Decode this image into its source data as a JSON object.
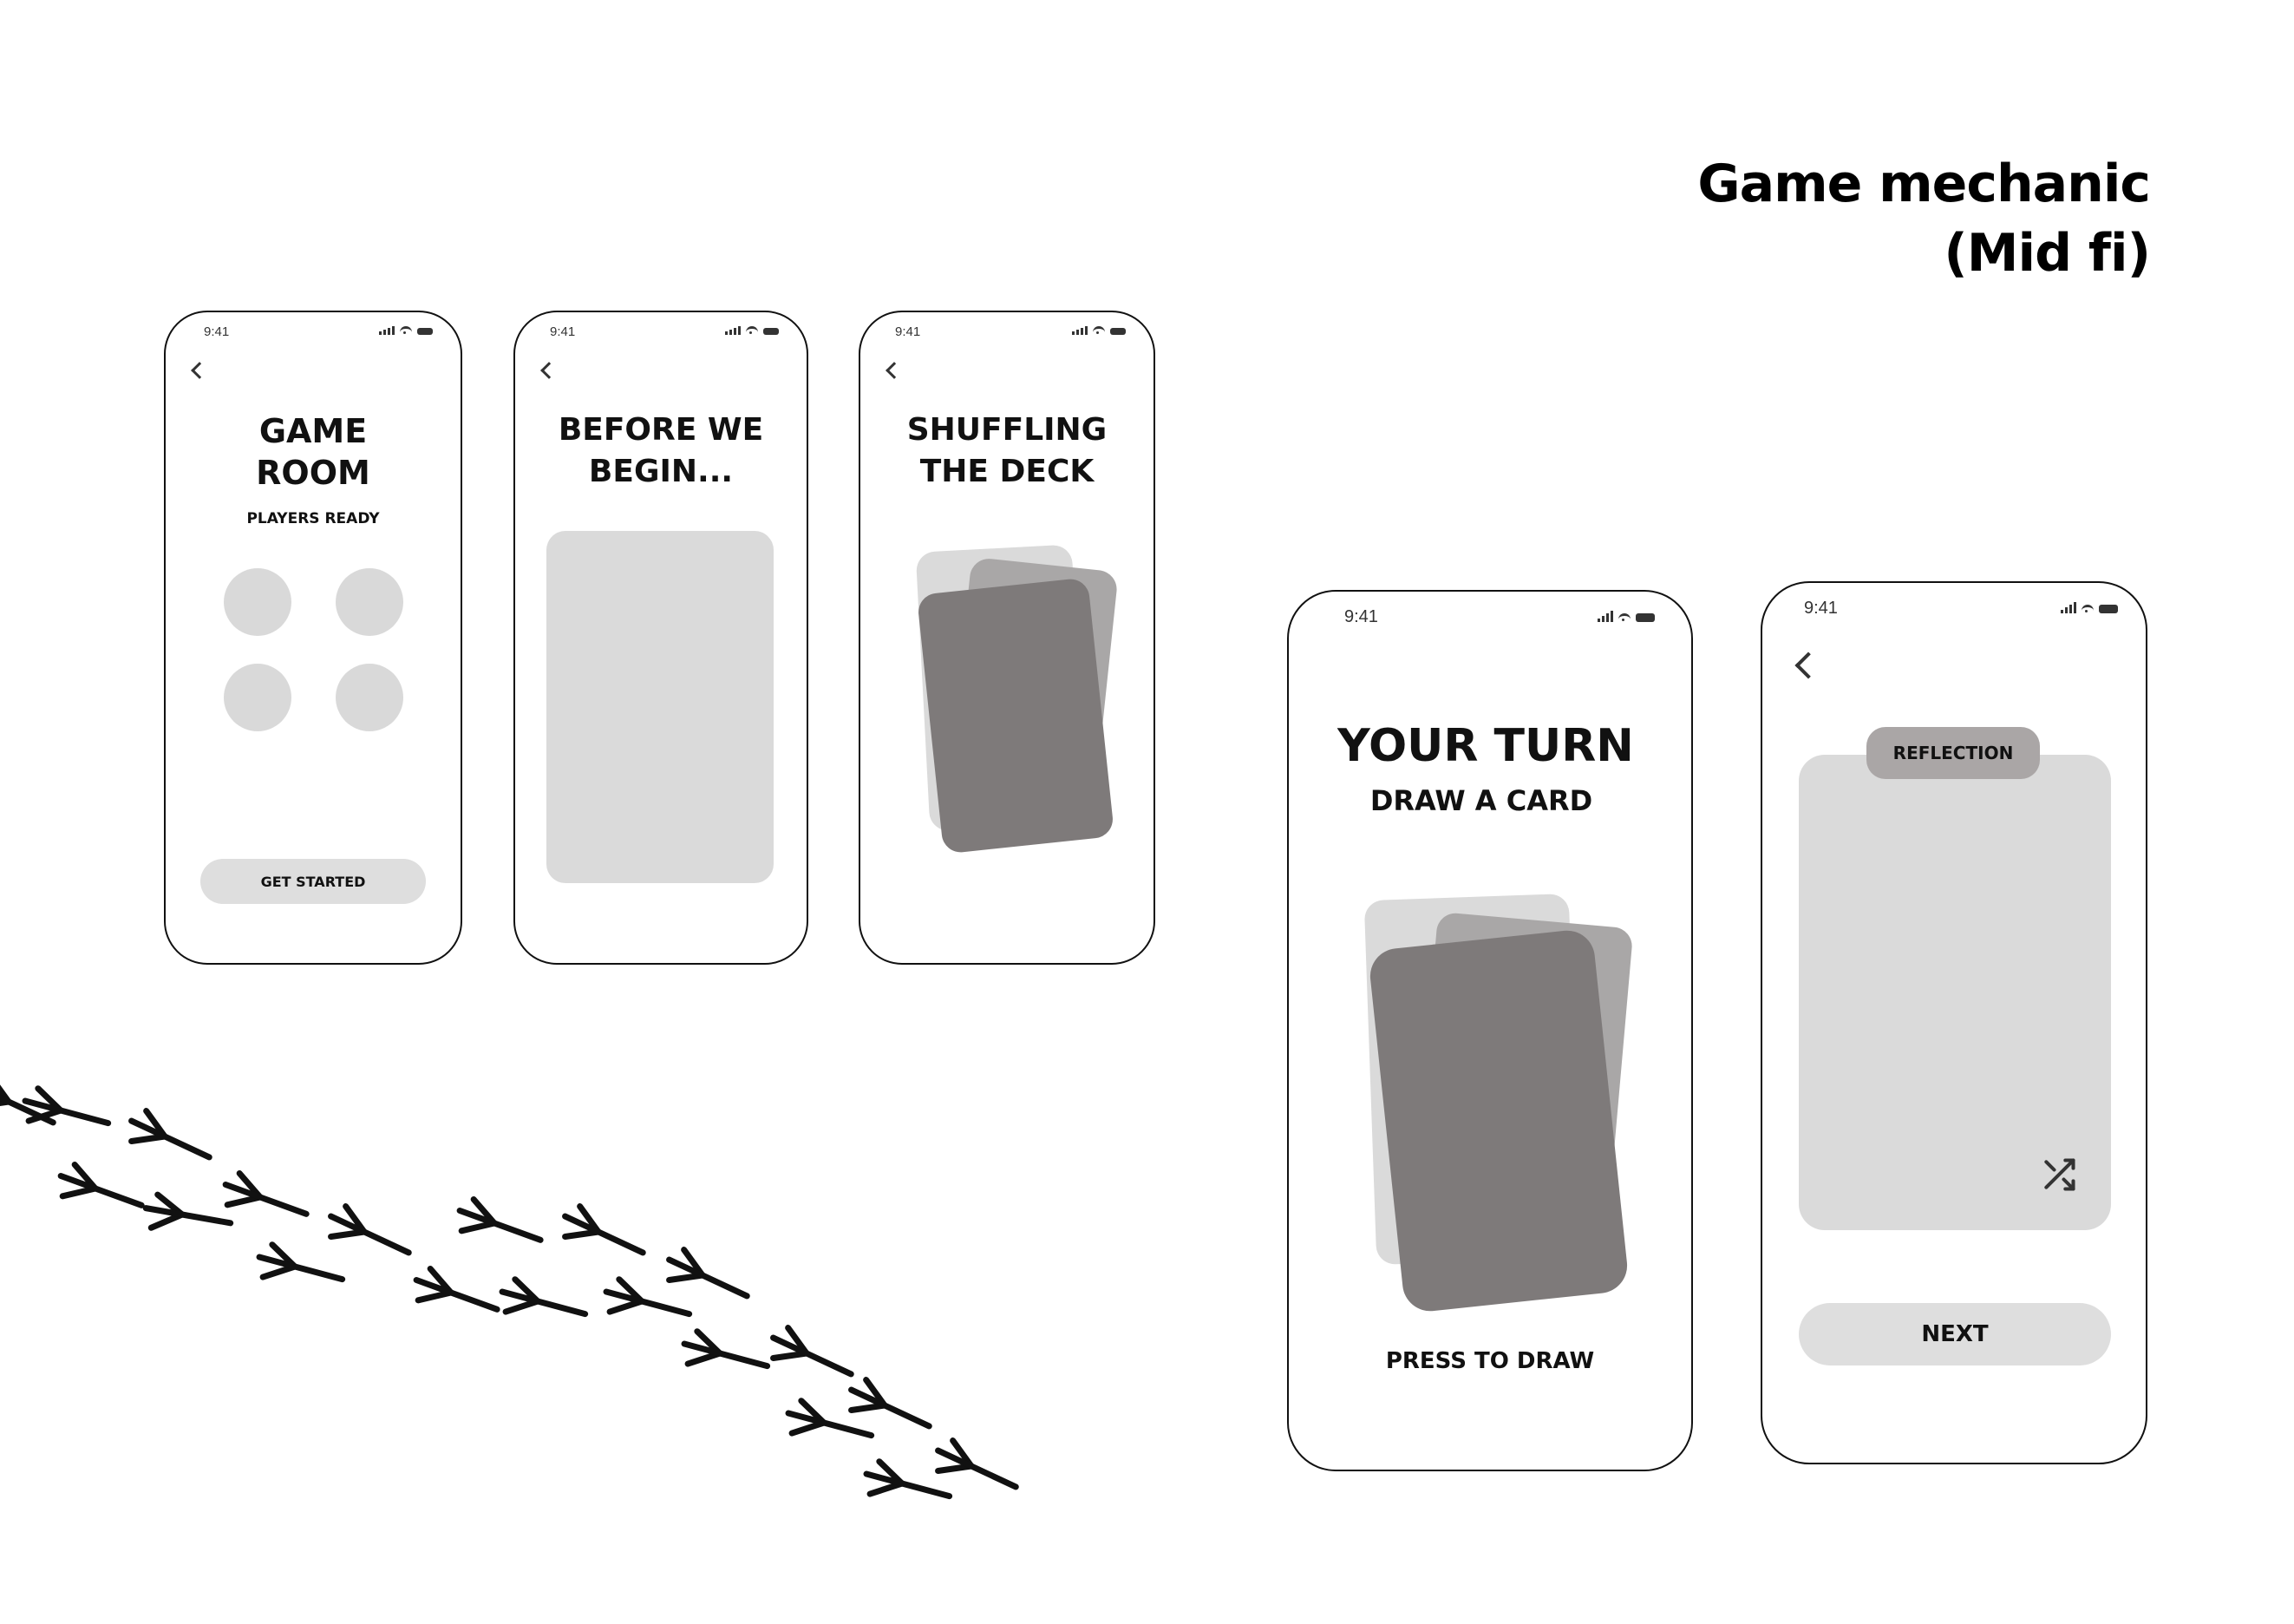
{
  "title": {
    "line1": "Game mechanic",
    "line2": "(Mid fi)"
  },
  "status_time": "9:41",
  "screens": {
    "game_room": {
      "heading_line1": "GAME",
      "heading_line2": "ROOM",
      "subheading": "PLAYERS READY",
      "button": "GET STARTED"
    },
    "before_we_begin": {
      "heading_line1": "BEFORE WE",
      "heading_line2": "BEGIN..."
    },
    "shuffling": {
      "heading_line1": "SHUFFLING",
      "heading_line2": "THE DECK"
    },
    "your_turn": {
      "heading": "YOUR TURN",
      "subheading": "DRAW A CARD",
      "cta": "PRESS TO DRAW"
    },
    "reflection": {
      "tag": "REFLECTION",
      "button": "NEXT",
      "shuffle_icon": "shuffle-icon"
    }
  },
  "colors": {
    "card_light": "#dadada",
    "card_mid": "#a9a7a7",
    "card_dark": "#7e7a7a"
  }
}
